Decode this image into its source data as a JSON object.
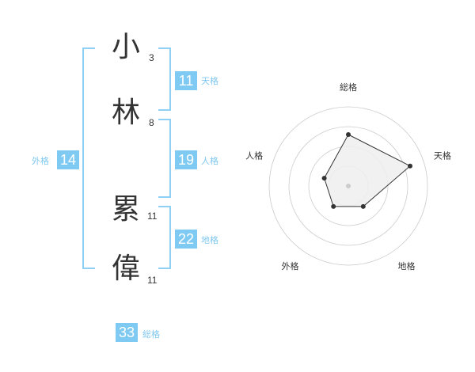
{
  "name": {
    "chars": [
      {
        "char": "小",
        "strokes": "3"
      },
      {
        "char": "林",
        "strokes": "8"
      },
      {
        "char": "累",
        "strokes": "11"
      },
      {
        "char": "偉",
        "strokes": "11"
      }
    ]
  },
  "kaku": {
    "tenkaku": {
      "value": "11",
      "label": "天格"
    },
    "jinkaku": {
      "value": "19",
      "label": "人格"
    },
    "chikaku": {
      "value": "22",
      "label": "地格"
    },
    "gaikaku": {
      "value": "14",
      "label": "外格"
    },
    "soukaku": {
      "value": "33",
      "label": "総格"
    }
  },
  "chart_data": {
    "type": "radar",
    "axes": [
      "総格",
      "天格",
      "地格",
      "外格",
      "人格"
    ],
    "values": [
      0.65,
      0.82,
      0.32,
      0.32,
      0.32
    ],
    "rings": 4,
    "scale_max": 1,
    "colors": {
      "fill": "#eeeeee",
      "line": "#333333",
      "ring": "#cccccc",
      "center": "#cccccc",
      "point": "#333333"
    }
  }
}
